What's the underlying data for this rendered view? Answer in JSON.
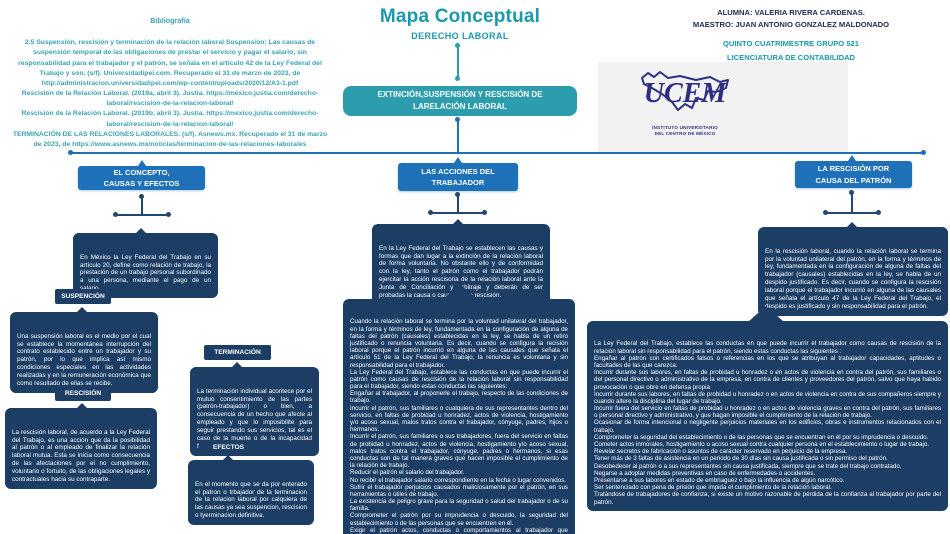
{
  "colors": {
    "teal": "#2B9DAC",
    "blue": "#1E70B8",
    "navy_box": "#1C3D64",
    "navy_text": "#232B57",
    "logo_navy": "#2D2F80"
  },
  "bibliography": {
    "title": "Bibliografía",
    "entries": [
      "2.5 Suspensión, rescisión y terminación de la relación laboral Suspensión: Las causas de suspensión temporal de las obligaciones de prestar el servicio y pagar el salario, sin responsabilidad para el trabajador y el patrón, se señala en el artículo 42 de la Ley Federal del Trabajo y son. (s/f). Universidadipei.com. Recuperado el 31 de marzo de 2023, de http://administracion.universidadipei.com/wp-content/uploads/2020/12/A3-1.pdf",
      "Rescisión de la Relación Laboral. (2019a, abril 3). Justia. https://mexico.justia.com/derecho-laboral/rescision-de-la-relacion-laboral/",
      "Rescisión de la Relación Laboral. (2019b, abril 3). Justia. https://mexico.justia.com/derecho-laboral/rescision-de-la-relacion-laboral/",
      "TERMINACIÓN DE LAS RELACIONES LABORALES. (s/f). Asnews.mx. Recuperado el 31 de marzo de 2023, de https://www.asnews.mx/noticias/terminacion-de-las-relaciones-laborales"
    ]
  },
  "header": {
    "title": "Mapa Conceptual",
    "subtitle": "DERECHO LABORAL",
    "alumna": "ALUMNA: VALERIA RIVERA CARDENAS.",
    "maestro": "MAESTRO: JUAN ANTONIO GONZALEZ MALDONADO",
    "grupo": "QUINTO CUATRIMESTRE GRUPO 521",
    "licenciatura": "LICENCIATURA DE CONTABILIDAD"
  },
  "logo": {
    "acronym": "UCEM",
    "caption": "INSTITUTO UNIVERSITARIO\nDEL CENTRO DE MÉXICO"
  },
  "map": {
    "root": "EXTINCIÓN,SUSPENSIÓN Y RESCISIÓN DE LARELACIÓN LABORAL",
    "branch_concepto": {
      "title": "EL CONCEPTO,\nCAUSAS Y EFECTOS",
      "definition": "En México la Ley Federal del Trabajo en su artículo 20, define como relación de trabajo, la prestación de un trabajo personal subordinado a una persona, mediante el pago de un salario.",
      "suspension_label": "SUSPENCIÓN",
      "suspension_text": "Una suspensión laboral es el medio por el cual se establece la momentánea interrupción del contrato establecido entre un trabajador y su patrón, por lo que implica así mismo condiciones especiales en las actividades realizadas y en la remuneración económica que como resultado de ellas se recibe.",
      "rescision_label": "RESCISIÓN",
      "rescision_text": "La rescisión laboral, de acuerdo a la Ley Federal del Trabajo, es una acción que da la posibilidad al patrón o al empleado de finalizar la relación laboral mutua. Esta se inicia como consecuencia de las afectaciones por el no cumplimiento, voluntario o fortuito, de las obligaciones legales y contractuales hacia su contraparte.",
      "terminacion_label": "TERMINACIÓN",
      "terminacion_text": "La terminación individual acontece por el mutuo consentimiento de las partes (patrón-trabajador) o bien, a consecuencia de un hecho que afecte al empleado y que lo imposibilite para seguir prestando sus servicios, tal es el caso de la muerte o de la incapacidad física o mental.",
      "efectos_label": "EFECTOS",
      "efectos_text": "En el momento que se da por enterado el patron o trbajador de la terminacion de la relacion laboral por calquiera de las causas ya sea suspencion, rescision o tyerminacion definitiva."
    },
    "branch_trabajador": {
      "title": "LAS ACCIONES DEL\nTRABAJADOR",
      "intro": "En la Ley Federal del Trabajo se establecen las causas y formas que dan lugar a la extinción de la relación laboral de forma voluntaria. No obstante ello y de conformidad con la ley, tanto el patrón como el trabajador podrán ejercitar la acción rescisoria de la relación laboral ante la Junta de Conciliación y Arbitraje y deberán de ser probadas la causa o causas de la rescisión.",
      "detail": [
        "Cuando la relación laboral se termina por la voluntad unilateral del trabajador, en la forma y términos de ley, fundamentada en la configuración de alguna de faltas del patrón (causales) establecidas en la ley, se habla de un retiro justificado o renuncia voluntaria. Es decir, cuando se configura la recisión laboral porque el patrón incurrió en alguna de las causales que señala el artículo 51 de la Ley Federal del Trabajo, la renuncia es voluntaria y sin responsabilidad para el trabajador.",
        "La Ley Federal del Trabajo, establece las conductas en que puede incurrir el patrón como causas de rescisión de la relación laboral sin responsabilidad para el trabajador, siendo estas conductas las siguientes:",
        "Engañar al trabajador, al proponerle el trabajo, respecto de las condiciones de trabajo.",
        "Incurrir el patrón, sus familiares o cualquiera de sus representantes dentro del servicio, en faltas de probidad u honradez, actos de violencia, hostigamiento y/o acoso sexual, malos tratos contra el trabajador, cónyuge, padres, hijos o hermanos.",
        "Incurrir el patrón, sus familiares o sus trabajadores, fuera del servicio en faltas de probidad u honradez, actos de violencia, hostigamiento y/o acoso sexual, malos tratos contra el trabajador, cónyuge, padres o hermanos, si esas conductas son de tal manera graves que hacen imposible el cumplimiento de la relación de trabajo.",
        "Reducir el patrón el salario del trabajador.",
        "No recibir el trabajador salario correspondiente en la fecha o lugar convenidos.",
        "Sufrir el trabajador perjuicios causados maliciosamente por el patrón, en sus herramientas o útiles de trabajo.",
        "La existencia de peligro grave para la seguridad o salud del trabajador o de su familia.",
        "Comprometer el patrón por su imprudencia o descuido, la seguridad del establecimiento o de las personas que se encuentren en él.",
        "Exigir el patrón actos, conductas o comportamientos al trabajador que menoscaben o atenten contra su dignidad."
      ]
    },
    "branch_patron": {
      "title": "LA RESCISIÓN POR\nCAUSA DEL PATRÓN",
      "intro": "En la rescisión laboral, cuando la relación laboral se termina por la voluntad unilateral del patrón, en la forma y términos de ley, fundamentada en la configuración de alguna de faltas del trabajador (causales) establecidas en la ley, se habla de un despido justificado. Es decir, cuando se configura la rescisión laboral porque el trabajador incurrió en alguna de las causales que señala el artículo 47 de la Ley Federal del Trabajo, el despido es justificado y sin responsabilidad para el patrón.",
      "detail": [
        "La Ley Federal del Trabajo, establece las conductas en que puede incurrir el trabajador como causas de rescisión de la relación laboral sin responsabilidad para el patrón, siendo estas conductas las siguientes :",
        "Engañar al patrón con certificados falsos o referencias en los que se atribuyan al trabajador capacidades, aptitudes o facultades de las que carezca.",
        "Incurrir durante sus labores, en faltas de probidad u honradez o en actos de violencia en contra del patrón, sus familiares o del personal directivo o administrativo de la empresa, en contra de clientes y proveedores del patrón, salvo que haya habido provocación o que obre en defensa propia",
        "Incurrir durante sus labores, en faltas de probidad u honradez o en actos de violencia en contra de sus compañeros siempre y cuando altere la disciplina del lugar de trabajo.",
        "Incurrir fuera del servicio en faltas de probidad u honradez o en actos de violencia graves en contra del patrón, sus familiares o personal directivo y administrativo, y que hagan imposible el cumplimiento de la relación de trabajo.",
        "Ocasionar de forma intencional o negligente perjuicios materiales en los edificios, obras e instrumentos relacionados con el trabajo.",
        "Comprometer la seguridad del establecimiento o de las personas que se encuentran en él por su imprudencia o descuido.",
        "Cometer actos inmorales, hostigamiento o acoso sexual contra cualquier persona en el establecimiento o lugar de trabajo.",
        "Revelar secretos de fabricación o asuntos de carácter reservado en perjuicio de la empresa.",
        "Tener más de 3 faltas de asistencia en un periodo de 30 días sin causa justificada o sin permiso del patrón.",
        "Desobedecer al patrón o a sus representantes sin causa justificada, siempre que se trate del trabajo contratado.",
        "Negarse a adoptar medidas preventivas en caso de enfermedades o accidentes.",
        "Presentarse a sus labores en estado de embriaguez o bajo la influencia de algún narcótico.",
        "Ser sentenciado con pena de prisión que impida el cumplimiento de la relación laboral.",
        "Tratándose de trabajadores de confianza, si existe un motivo razonable de pérdida de la confianza al trabajador por parte del patrón."
      ]
    }
  }
}
